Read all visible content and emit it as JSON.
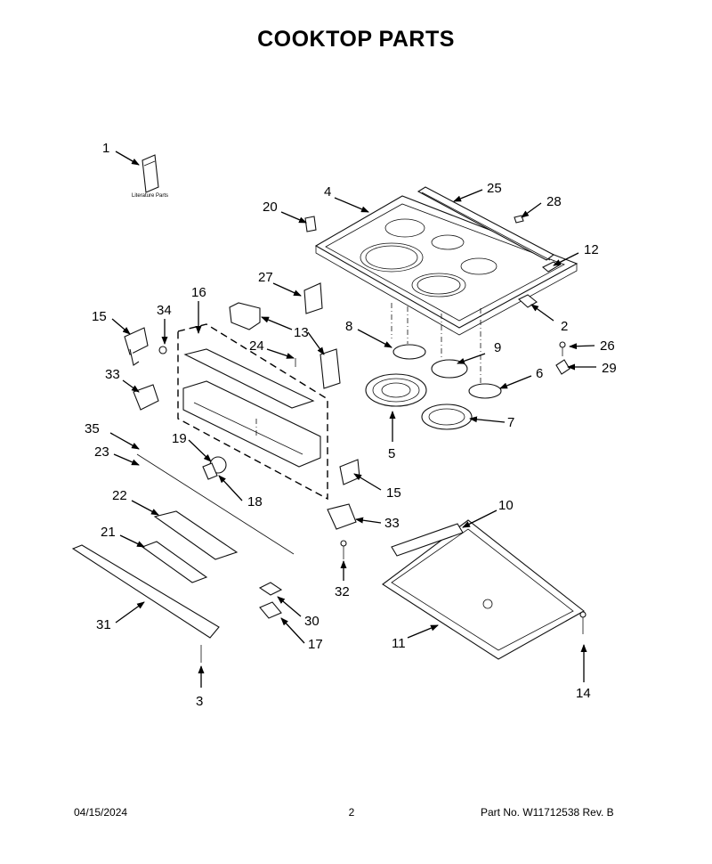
{
  "title": "COOKTOP PARTS",
  "literature_label": "Literature Parts",
  "callouts": [
    "1",
    "2",
    "3",
    "4",
    "5",
    "6",
    "7",
    "8",
    "9",
    "10",
    "11",
    "12",
    "13",
    "14",
    "15",
    "15",
    "16",
    "17",
    "18",
    "19",
    "20",
    "21",
    "22",
    "23",
    "24",
    "25",
    "26",
    "27",
    "28",
    "29",
    "30",
    "31",
    "32",
    "33",
    "33",
    "34",
    "35"
  ],
  "footer": {
    "date": "04/15/2024",
    "page": "2",
    "part_no": "Part No.  W11712538  Rev.  B"
  }
}
